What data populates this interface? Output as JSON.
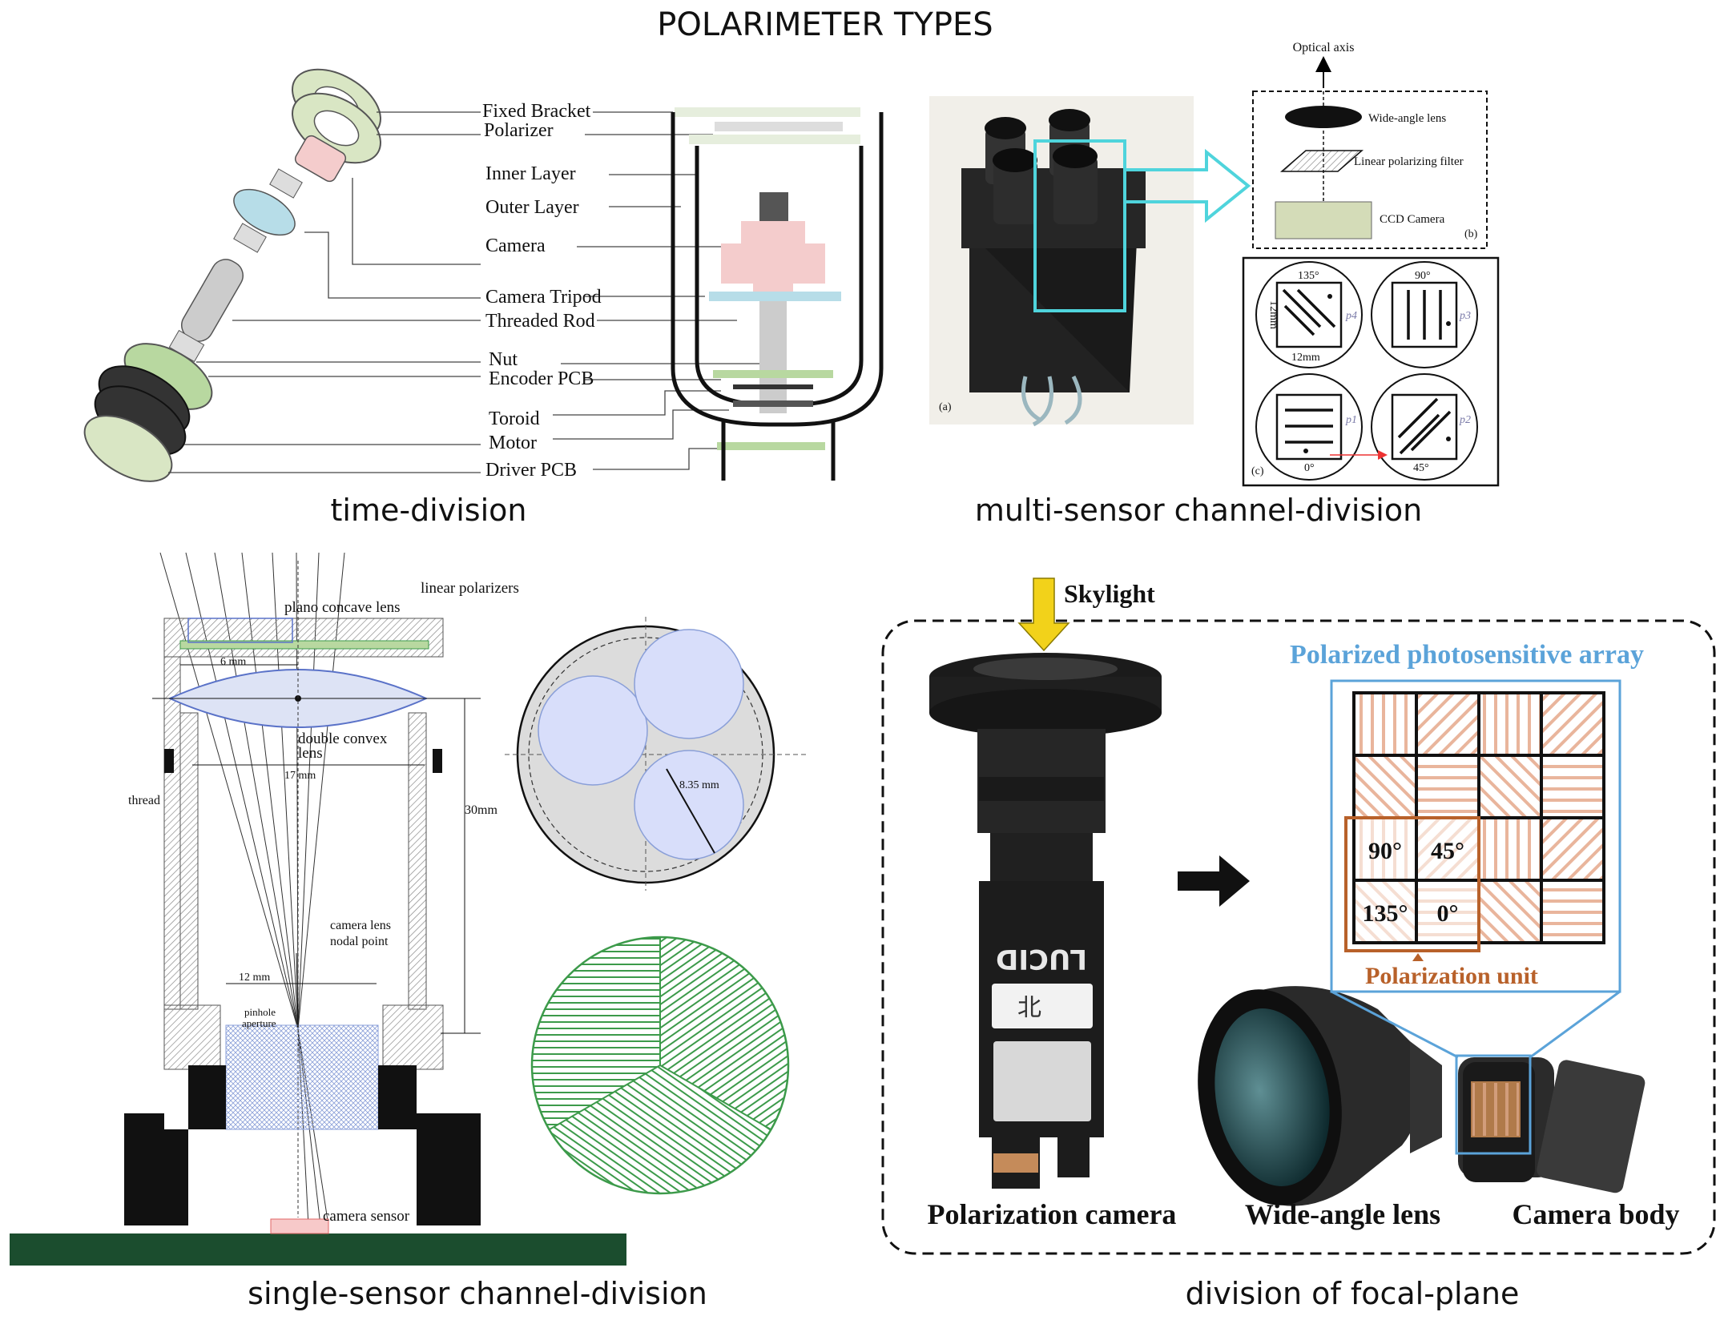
{
  "title": "POLARIMETER TYPES",
  "panels": {
    "time_division": {
      "caption": "time-division",
      "labels": [
        "Fixed Bracket",
        "Polarizer",
        "Inner Layer",
        "Outer Layer",
        "Camera",
        "Camera Tripod",
        "Threaded Rod",
        "Nut",
        "Encoder PCB",
        "Toroid",
        "Motor",
        "Driver PCB"
      ]
    },
    "multi_sensor": {
      "caption": "multi-sensor channel-division",
      "photo_tag": "(a)",
      "optical_axis": "Optical axis",
      "wide_angle_lens": "Wide-angle lens",
      "linear_polarizing_filter": "Linear polarizing filter",
      "ccd_camera": "CCD Camera",
      "tag_b": "(b)",
      "tag_c": "(c)",
      "deg_135": "135°",
      "deg_90": "90°",
      "deg_0": "0°",
      "deg_45": "45°",
      "dim_12mm_v": "12mm",
      "dim_12mm_h": "12mm",
      "p4": "p4",
      "p3": "p3",
      "p1": "p1",
      "p2": "p2"
    },
    "single_sensor": {
      "caption": "single-sensor channel-division",
      "plano_concave_lens": "plano concave lens",
      "linear_polarizers": "linear polarizers",
      "dim_6mm": "6 mm",
      "double_convex_1": "double convex",
      "double_convex_2": "lens",
      "thread": "thread",
      "dim_17mm": "17 mm",
      "dim_30mm": "30mm",
      "dim_835mm": "8.35 mm",
      "camera_lens_1": "camera lens",
      "camera_lens_2": "nodal point",
      "dim_12mm": "12 mm",
      "pinhole_1": "pinhole",
      "pinhole_2": "aperture",
      "camera_sensor": "camera sensor"
    },
    "focal_plane": {
      "caption": "division of focal-plane",
      "skylight": "Skylight",
      "array_title": "Polarized photosensitive array",
      "deg_90": "90°",
      "deg_45": "45°",
      "deg_135": "135°",
      "deg_0": "0°",
      "polarization_unit": "Polarization unit",
      "brand": "LUCID",
      "handwritten": "北",
      "bottom_labels": [
        "Polarization camera",
        "Wide-angle lens",
        "Camera body"
      ]
    }
  },
  "colors": {
    "cyan": "#4fd4dc",
    "array_blue": "#5ba3d9",
    "unit_orange": "#b8612a",
    "pink": "#f4cccc",
    "light_blue": "#b7dde8",
    "light_green": "#b8d8a0",
    "dark_green": "#1b4d2e",
    "green_hatch": "#3c9a4a",
    "skylight_yellow": "#f2d21a"
  }
}
